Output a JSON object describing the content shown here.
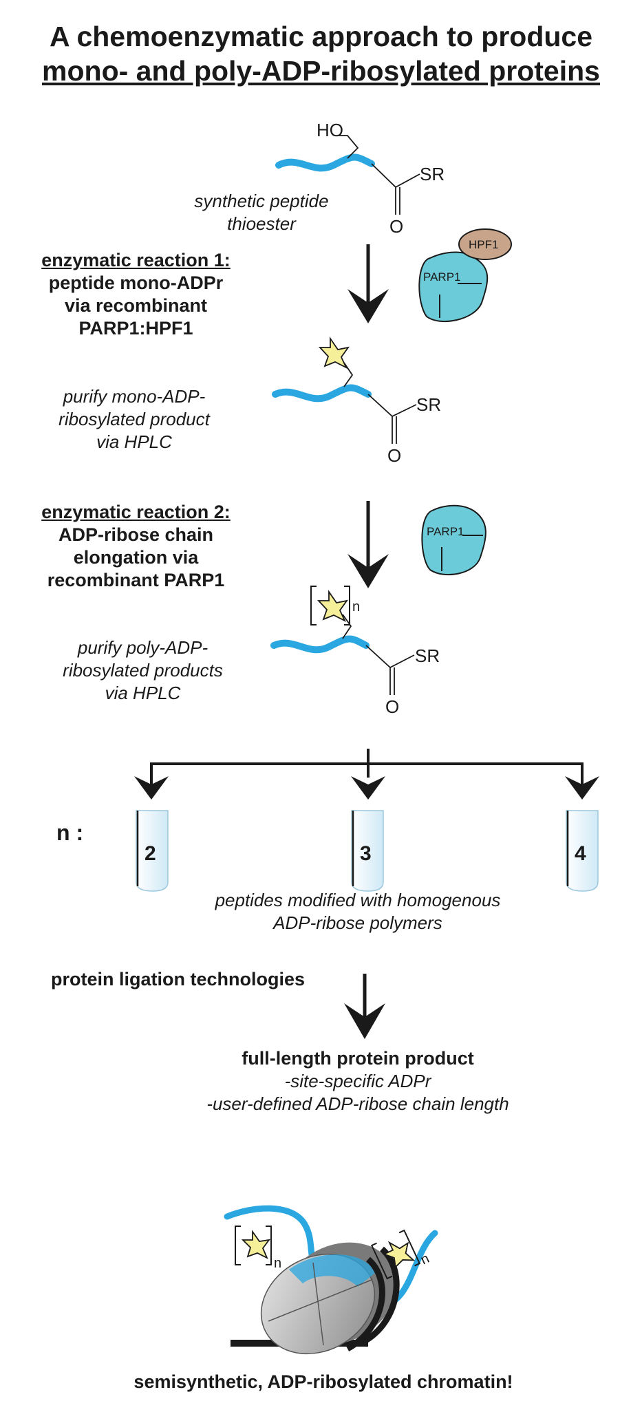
{
  "title": {
    "line1": "A chemoenzymatic approach to produce",
    "line2": "mono- and poly-ADP-ribosylated proteins"
  },
  "start": {
    "label_line1": "synthetic peptide",
    "label_line2": "thioester",
    "hydroxyl": "HO",
    "thioester_group": "SR",
    "carbonyl": "O"
  },
  "reaction1": {
    "heading": "enzymatic reaction 1:",
    "line1": "peptide mono-ADPr",
    "line2": "via recombinant",
    "line3": "PARP1:HPF1",
    "enzyme1": "PARP1",
    "enzyme2": "HPF1"
  },
  "purify1": {
    "line1": "purify mono-ADP-",
    "line2": "ribosylated product",
    "line3": "via HPLC",
    "thioester_group": "SR",
    "carbonyl": "O"
  },
  "reaction2": {
    "heading": "enzymatic reaction 2:",
    "line1": "ADP-ribose chain",
    "line2": "elongation via",
    "line3": "recombinant PARP1",
    "enzyme": "PARP1"
  },
  "purify2": {
    "line1": "purify poly-ADP-",
    "line2": "ribosylated products",
    "line3": "via HPLC",
    "subscript": "n",
    "thioester_group": "SR",
    "carbonyl": "O"
  },
  "tubes": {
    "label": "n :",
    "values": [
      "2",
      "3",
      "4"
    ]
  },
  "peptides_caption": {
    "line1": "peptides modified with homogenous",
    "line2": "ADP-ribose polymers"
  },
  "ligation": "protein ligation technologies",
  "product": {
    "heading": "full-length protein product",
    "line1": "-site-specific ADPr",
    "line2": "-user-defined ADP-ribose chain length"
  },
  "chromatin": {
    "subscript_left": "n",
    "subscript_right": "n",
    "caption": "semisynthetic, ADP-ribosylated chromatin!"
  },
  "colors": {
    "peptide_blue": "#2aa7e0",
    "parp1_teal": "#6ccbd8",
    "hpf1_tan": "#c8a58a",
    "adpr_star_yellow": "#f6ef9a",
    "arrow_dark": "#1a1a1a"
  }
}
